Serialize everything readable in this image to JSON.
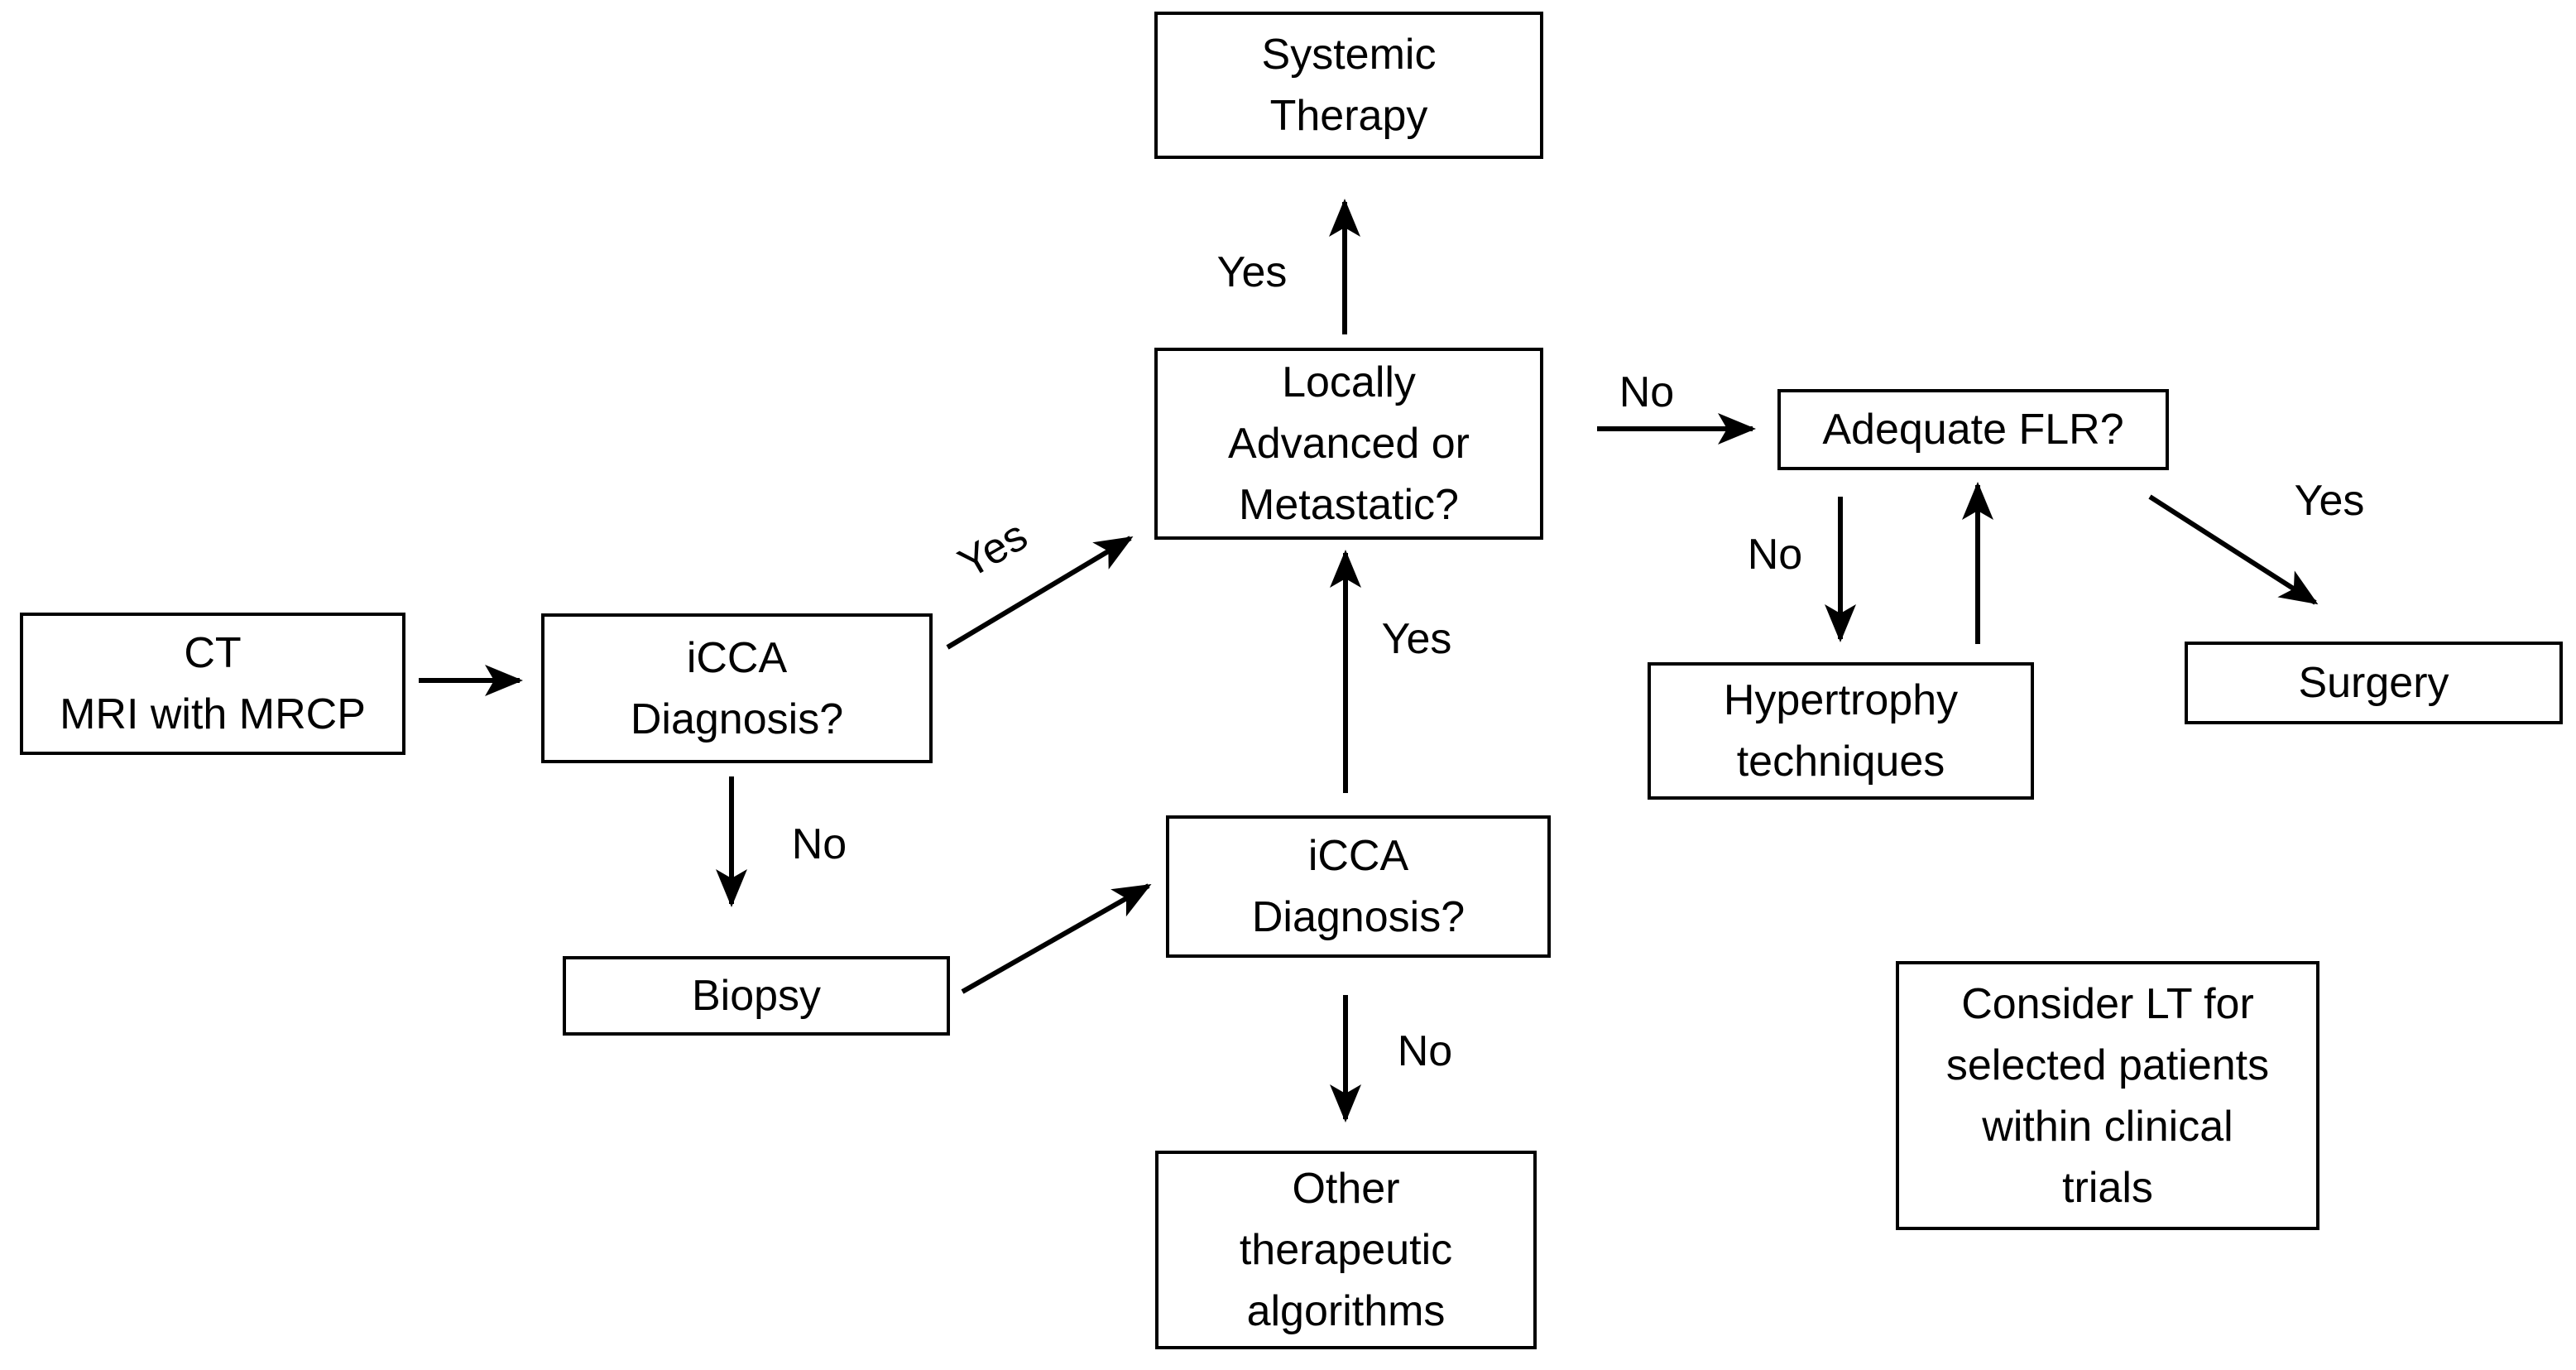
{
  "colors": {
    "background": "#ffffff",
    "line": "#000000",
    "text": "#000000"
  },
  "nodes": {
    "ct_mri": {
      "line1": "CT",
      "line2": "MRI with MRCP"
    },
    "icca_diagnosis_1": {
      "line1": "iCCA",
      "line2": "Diagnosis?"
    },
    "systemic_therapy": {
      "line1": "Systemic",
      "line2": "Therapy"
    },
    "locally_advanced": {
      "line1": "Locally",
      "line2": "Advanced or",
      "line3": "Metastatic?"
    },
    "adequate_flr": {
      "line1": "Adequate FLR?"
    },
    "hypertrophy": {
      "line1": "Hypertrophy",
      "line2": "techniques"
    },
    "surgery": {
      "line1": "Surgery"
    },
    "biopsy": {
      "line1": "Biopsy"
    },
    "icca_diagnosis_2": {
      "line1": "iCCA",
      "line2": "Diagnosis?"
    },
    "other_algorithms": {
      "line1": "Other",
      "line2": "therapeutic",
      "line3": "algorithms"
    },
    "consider_lt": {
      "line1": "Consider LT for",
      "line2": "selected patients",
      "line3": "within clinical",
      "line4": "trials"
    }
  },
  "edge_labels": {
    "icca1_to_locally": "Yes",
    "icca1_to_biopsy": "No",
    "icca2_to_locally": "Yes",
    "icca2_to_other": "No",
    "locally_to_systemic": "Yes",
    "locally_to_flr": "No",
    "flr_to_hypertrophy": "No",
    "flr_to_surgery": "Yes"
  }
}
